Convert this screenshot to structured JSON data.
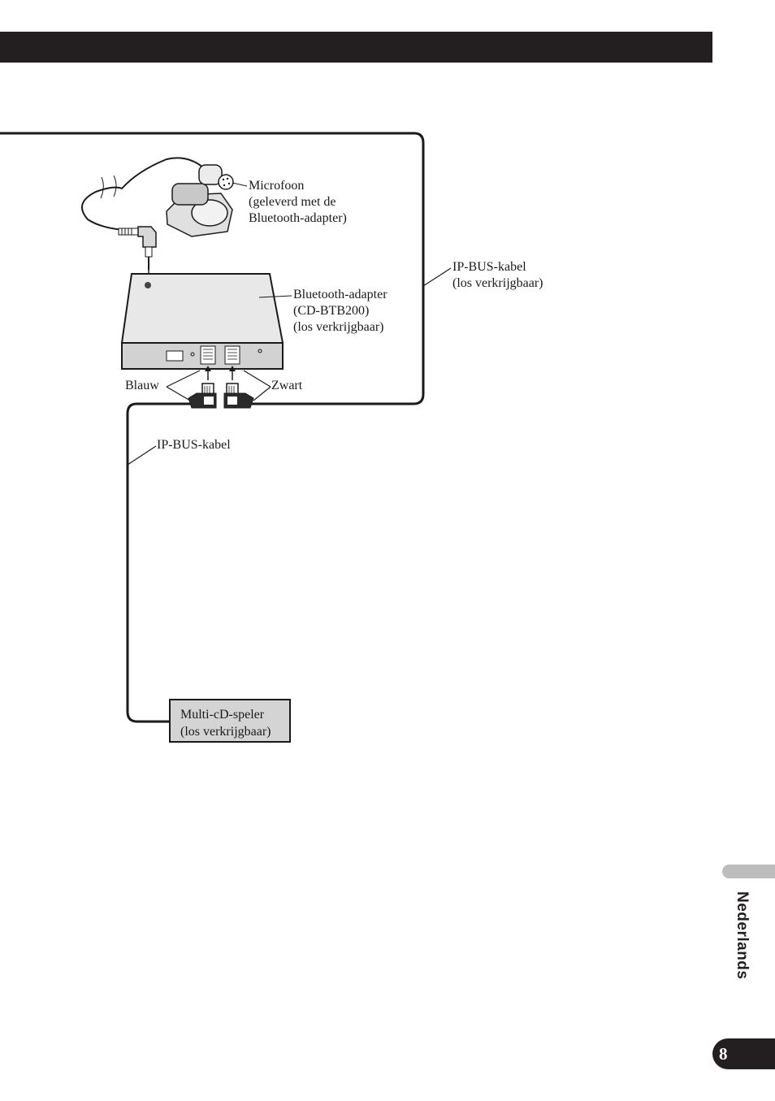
{
  "labels": {
    "microphone": [
      "Microfoon",
      "(geleverd met de",
      "Bluetooth-adapter)"
    ],
    "adapter": [
      "Bluetooth-adapter",
      "(CD-BTB200)",
      "(los verkrijgbaar)"
    ],
    "ipbus_right": [
      "IP-BUS-kabel",
      "(los verkrijgbaar)"
    ],
    "ipbus_left": "IP-BUS-kabel",
    "blue": "Blauw",
    "black": "Zwart",
    "cd_player": [
      "Multi-cD-speler",
      "(los verkrijgbaar)"
    ]
  },
  "sidebar": {
    "language": "Nederlands",
    "page_number": "8"
  },
  "colors": {
    "bar": "#231f20",
    "tab": "#bdbdbd",
    "box_fill": "#d4d4d4"
  },
  "icons": [
    "microphone-icon",
    "mini-plug-icon",
    "bluetooth-adapter-icon",
    "ip-bus-connector-icon"
  ]
}
